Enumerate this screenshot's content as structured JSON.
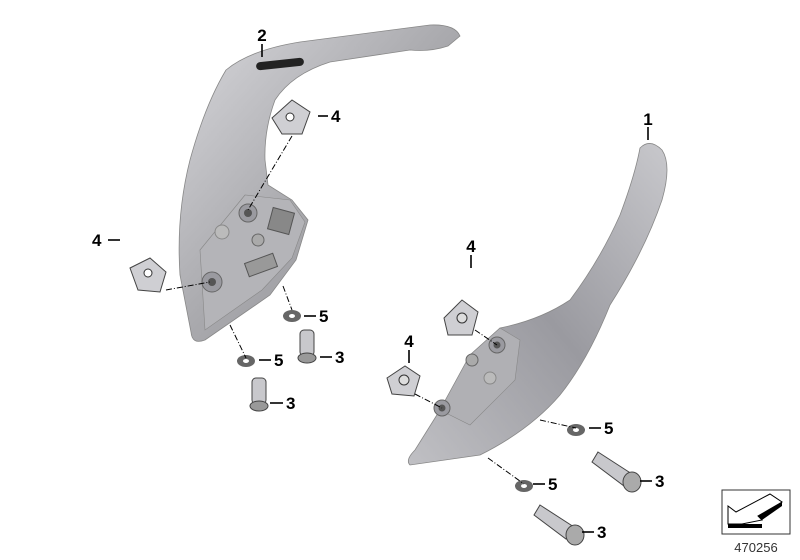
{
  "diagram": {
    "callouts": {
      "grab_handle_right": "1",
      "grab_handle_left": "2",
      "screw_a": "3",
      "screw_b": "3",
      "screw_c": "3",
      "screw_d": "3",
      "clip_nut_a": "4",
      "clip_nut_b": "4",
      "clip_nut_c": "4",
      "clip_nut_d": "4",
      "washer_a": "5",
      "washer_b": "5",
      "washer_c": "5",
      "washer_d": "5"
    },
    "diagram_number": "470256",
    "part_color": "#a9a9ad"
  }
}
